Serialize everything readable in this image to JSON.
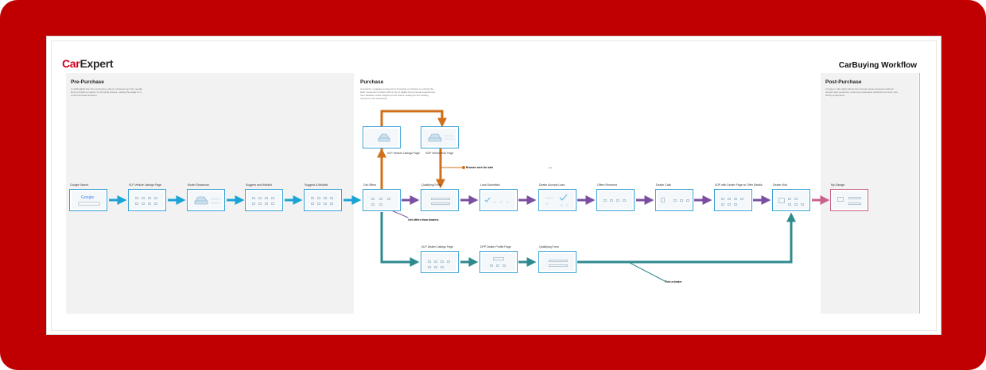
{
  "brand": {
    "part1": "Car",
    "part2": "Expert"
  },
  "workflow_title": "CarBuying Workflow",
  "phases": {
    "pre": {
      "title": "Pre-Purchase",
      "desc": "In swift digital lives the car buying, where customers go from needle know, browsing models, to choosing finance, setting the stage for a smart purchase decision."
    },
    "purchase": {
      "title": "Purchase",
      "desc": "A dynamic, engaging journey from browsing up choices to owning the lead. Customers interact with a mix of digital and personal experiences, from detailed model insights to test drives, leading to the exciting moment of car ownership."
    },
    "post": {
      "title": "Post-Purchase",
      "desc": "A long-ter, who skips where the real car owner accesses tailored support and resources, ensuring a seamless transition into their new driving experience."
    }
  },
  "nodes": {
    "google": "Google Search",
    "vlp": "VLP Vehicle Listings Page",
    "showroom": "Model Showroom",
    "suggest1": "Suggest and Wishlist",
    "suggest2": "Suggest & Wishlist",
    "getoffers": "Get Offers",
    "vlp2": "VLP Vehicle Listings Page",
    "vdp": "VDP Vehicle Info Page",
    "qualform": "Qualifying Form",
    "leadsub": "Lead Submitted",
    "dealeracc": "Dealer Accepts Lead",
    "offers": "Offers Received",
    "dealercalls": "Dealer Calls",
    "vdpdealer": "VDP with Dealer Page w/ Offer Details",
    "dealervisit": "Dealer Visit",
    "garage": "My Garage",
    "dlp": "DLP Dealer Listings Page",
    "dpp": "DPP Dealer Profile Page",
    "qualform2": "Qualifying Form"
  },
  "google_logo": "Google",
  "annotations": {
    "browse": "Browse cars for sale",
    "getoffers_dealers": "Get offers from dealers",
    "find_dealer": "Find a dealer"
  },
  "colors": {
    "brand_red": "#d2001e",
    "frame_red": "#c00000",
    "flow_blue": "#1aa3d6",
    "flow_orange": "#d0701a",
    "flow_purple": "#7b4fa0",
    "flow_teal": "#2f8a8e",
    "flow_pink": "#c9628a"
  }
}
